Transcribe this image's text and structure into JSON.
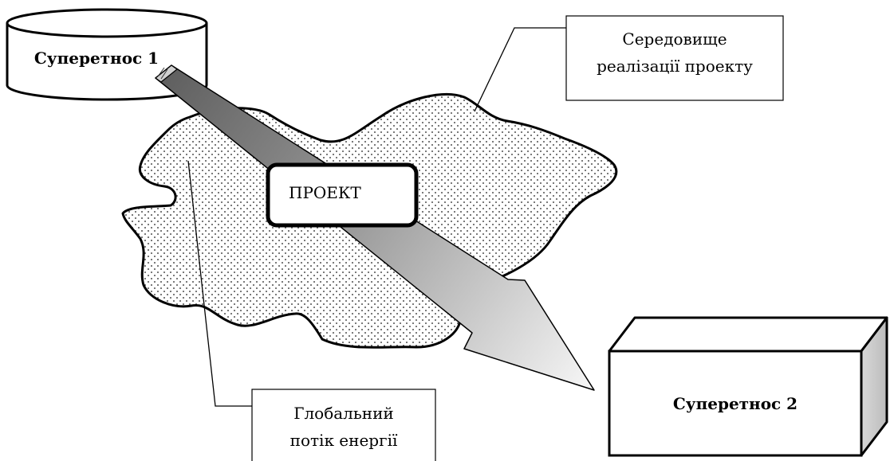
{
  "superethnos_1": {
    "label": "Суперетнос 1"
  },
  "superethnos_2": {
    "label": "Суперетнос 2"
  },
  "project": {
    "label": "ПРОЕКТ"
  },
  "environment": {
    "line1": "Середовище",
    "line2": "реалізації проекту"
  },
  "energy_flow": {
    "line1": "Глобальний",
    "line2": "потік енергії"
  }
}
